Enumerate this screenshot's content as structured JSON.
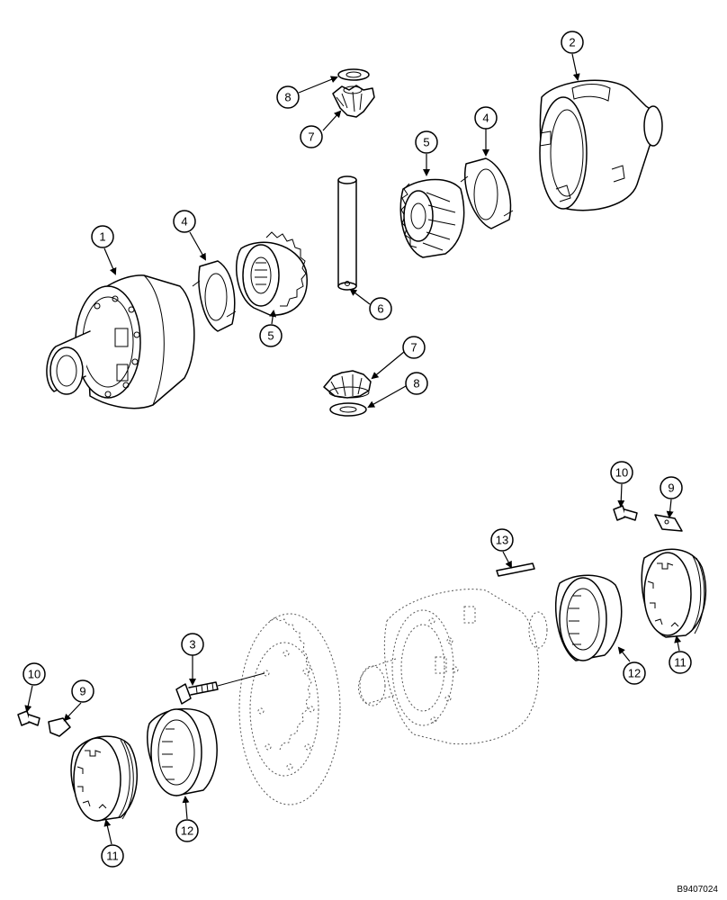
{
  "drawing_code": "B9407024",
  "callouts": [
    {
      "id": "c1",
      "label": "1"
    },
    {
      "id": "c2",
      "label": "2"
    },
    {
      "id": "c3",
      "label": "3"
    },
    {
      "id": "c4a",
      "label": "4"
    },
    {
      "id": "c4b",
      "label": "4"
    },
    {
      "id": "c5a",
      "label": "5"
    },
    {
      "id": "c5b",
      "label": "5"
    },
    {
      "id": "c6",
      "label": "6"
    },
    {
      "id": "c7a",
      "label": "7"
    },
    {
      "id": "c7b",
      "label": "7"
    },
    {
      "id": "c8a",
      "label": "8"
    },
    {
      "id": "c8b",
      "label": "8"
    },
    {
      "id": "c9a",
      "label": "9"
    },
    {
      "id": "c9b",
      "label": "9"
    },
    {
      "id": "c10a",
      "label": "10"
    },
    {
      "id": "c10b",
      "label": "10"
    },
    {
      "id": "c11a",
      "label": "11"
    },
    {
      "id": "c11b",
      "label": "11"
    },
    {
      "id": "c12a",
      "label": "12"
    },
    {
      "id": "c12b",
      "label": "12"
    },
    {
      "id": "c13",
      "label": "13"
    }
  ]
}
